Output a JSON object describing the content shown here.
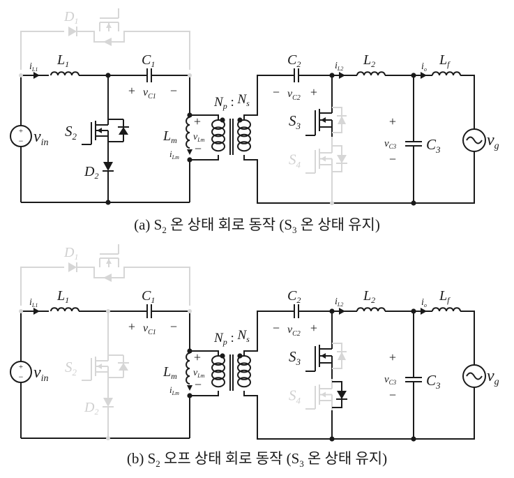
{
  "figure": {
    "panels": [
      {
        "id": "a",
        "caption_prefix": "(a) S",
        "caption_sub1": "2",
        "caption_mid": " 온 상태 회로 동작 (S",
        "caption_sub2": "3",
        "caption_suffix": " 온 상태 유지)",
        "active": {
          "D1": false,
          "S1": false,
          "S2": true,
          "D2": true,
          "S3": true,
          "S4": false,
          "D4": false
        }
      },
      {
        "id": "b",
        "caption_prefix": "(b) S",
        "caption_sub1": "2",
        "caption_mid": " 오프 상태 회로 동작 (S",
        "caption_sub2": "3",
        "caption_suffix": " 온 상태 유지)",
        "active": {
          "D1": false,
          "S1": false,
          "S2": false,
          "D2": false,
          "S3": true,
          "S4": false,
          "D4": true
        }
      }
    ],
    "labels": {
      "D1": "D",
      "D1_sub": "1",
      "L1": "L",
      "L1_sub": "1",
      "iL1": "i",
      "iL1_sub": "L1",
      "C1": "C",
      "C1_sub": "1",
      "vC1": "v",
      "vC1_sub": "C1",
      "plus": "+",
      "minus": "−",
      "S2": "S",
      "S2_sub": "2",
      "D2": "D",
      "D2_sub": "2",
      "vin": "v",
      "vin_sub": "in",
      "Lm": "L",
      "Lm_sub": "m",
      "vLm": "v",
      "vLm_sub": "Lm",
      "iLm": "i",
      "iLm_sub": "Lm",
      "ratio": "N",
      "ratio_p": "p",
      "ratio_colon": " : ",
      "ratio_s_main": "N",
      "ratio_s": "s",
      "C2": "C",
      "C2_sub": "2",
      "vC2": "v",
      "vC2_sub": "C2",
      "iL2": "i",
      "iL2_sub": "L2",
      "L2": "L",
      "L2_sub": "2",
      "S3": "S",
      "S3_sub": "3",
      "S4": "S",
      "S4_sub": "4",
      "vC3": "v",
      "vC3_sub": "C3",
      "C3": "C",
      "C3_sub": "3",
      "io": "i",
      "io_sub": "o",
      "Lf": "L",
      "Lf_sub": "f",
      "vg": "v",
      "vg_sub": "g"
    }
  }
}
